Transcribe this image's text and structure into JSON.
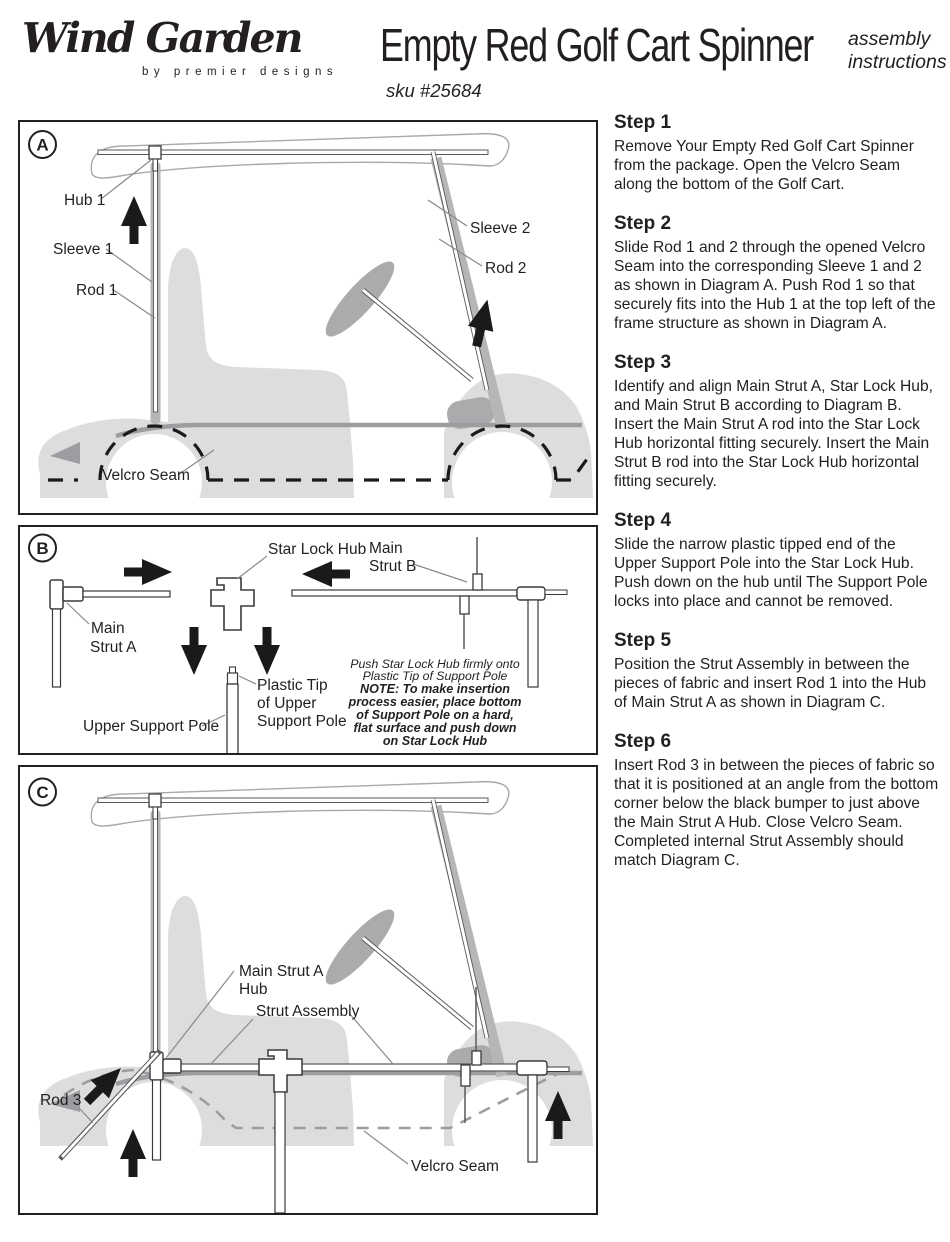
{
  "header": {
    "logo_main": "Wind Garden",
    "logo_sub": "by premier designs",
    "title": "Empty Red Golf Cart Spinner",
    "subtitle_line1": "assembly",
    "subtitle_line2": "instructions",
    "sku": "sku #25684"
  },
  "colors": {
    "ink": "#231f20",
    "body_gray": "#dcdddd",
    "mid_gray": "#a9abad",
    "sleeve_gray": "#b4b6b8",
    "rail_gray": "#9b9da0"
  },
  "diagram_a": {
    "letter": "A",
    "labels": {
      "hub1": "Hub 1",
      "sleeve1": "Sleeve 1",
      "rod1": "Rod 1",
      "sleeve2": "Sleeve 2",
      "rod2": "Rod 2",
      "velcro_seam": "Velcro Seam"
    }
  },
  "diagram_b": {
    "letter": "B",
    "labels": {
      "star_lock_hub": "Star Lock Hub",
      "main_strut_b_line1": "Main",
      "main_strut_b_line2": "Strut B",
      "main_strut_a_line1": "Main",
      "main_strut_a_line2": "Strut A",
      "plastic_tip_line1": "Plastic Tip",
      "plastic_tip_line2": "of Upper",
      "plastic_tip_line3": "Support Pole",
      "upper_support_pole": "Upper Support Pole"
    },
    "note_regular_lines": [
      "Push Star Lock Hub firmly onto",
      "Plastic Tip of Support Pole"
    ],
    "note_bold_lines": [
      "NOTE: To make insertion",
      "process easier, place bottom",
      "of Support Pole on a hard,",
      "flat surface and push down",
      "on Star Lock Hub"
    ]
  },
  "diagram_c": {
    "letter": "C",
    "labels": {
      "main_strut_a_hub_line1": "Main Strut A",
      "main_strut_a_hub_line2": "Hub",
      "strut_assembly": "Strut Assembly",
      "rod3": "Rod 3",
      "velcro_seam": "Velcro Seam"
    }
  },
  "steps": [
    {
      "title": "Step 1",
      "body": "Remove Your Empty Red Golf Cart Spinner from the package. Open the Velcro Seam along the bottom of the Golf Cart."
    },
    {
      "title": "Step 2",
      "body": "Slide Rod 1 and 2 through the opened Velcro Seam into the corresponding Sleeve 1 and 2 as shown in Diagram A. Push Rod 1 so that securely fits into the Hub 1 at the top left of the frame structure as shown in Diagram A."
    },
    {
      "title": "Step 3",
      "body": "Identify and align Main Strut A, Star Lock Hub, and Main Strut B according to Diagram B. Insert the Main Strut A rod into the Star Lock Hub horizontal fitting securely. Insert the Main Strut B rod into the Star Lock Hub horizontal fitting securely."
    },
    {
      "title": "Step 4",
      "body": "Slide the narrow plastic tipped end of the Upper Support Pole into the Star Lock Hub. Push down on the hub until The Support Pole locks into place and cannot be removed."
    },
    {
      "title": "Step 5",
      "body": "Position the Strut Assembly in between the pieces of fabric and insert Rod 1 into the Hub of Main Strut A as shown in Diagram C."
    },
    {
      "title": "Step 6",
      "body": "Insert Rod 3 in between the pieces of fabric so that it is positioned at an angle from the bottom corner below the black bumper to just above the Main Strut A Hub. Close Velcro Seam. Completed internal Strut Assembly should match Diagram C."
    }
  ]
}
